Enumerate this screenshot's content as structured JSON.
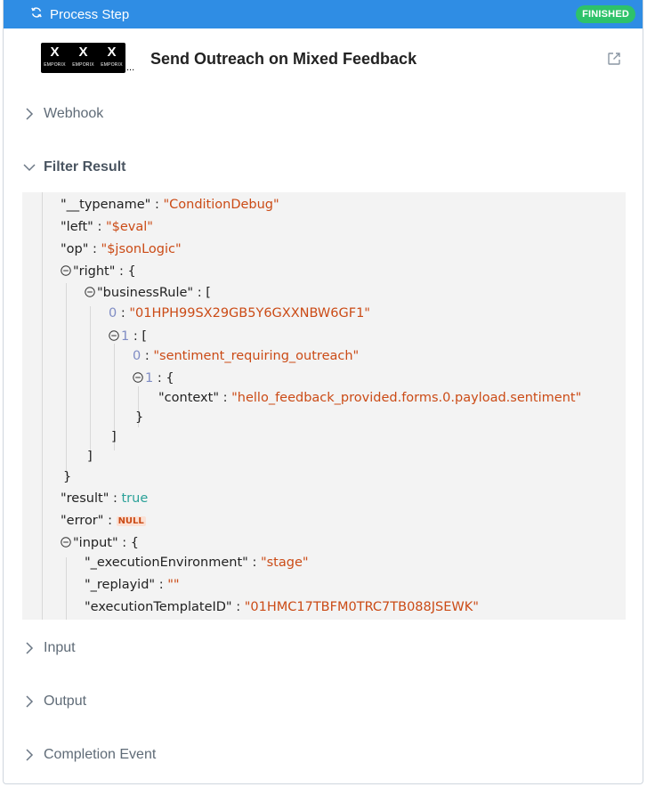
{
  "topbar": {
    "title": "Process Step",
    "status": "FINISHED"
  },
  "header": {
    "logo": {
      "letters": [
        "X",
        "X",
        "X"
      ],
      "word": "EMPORIX",
      "ellipsis": "..."
    },
    "title": "Send Outreach on Mixed Feedback"
  },
  "sections": {
    "webhook": "Webhook",
    "filter_result": "Filter Result",
    "input": "Input",
    "output": "Output",
    "completion_event": "Completion Event"
  },
  "json": {
    "typename_key": "\"__typename\"",
    "typename_val": "\"ConditionDebug\"",
    "left_key": "\"left\"",
    "left_val": "\"$eval\"",
    "op_key": "\"op\"",
    "op_val": "\"$jsonLogic\"",
    "right_key": "\"right\"",
    "business_rule_key": "\"businessRule\"",
    "br_0_idx": "0",
    "br_0_val": "\"01HPH99SX29GB5Y6GXXNBW6GF1\"",
    "br_1_idx": "1",
    "br_1_0_idx": "0",
    "br_1_0_val": "\"sentiment_requiring_outreach\"",
    "br_1_1_idx": "1",
    "context_key": "\"context\"",
    "context_val": "\"hello_feedback_provided.forms.0.payload.sentiment\"",
    "result_key": "\"result\"",
    "result_val": "true",
    "error_key": "\"error\"",
    "error_val": "NULL",
    "input_key": "\"input\"",
    "exec_env_key": "\"_executionEnvironment\"",
    "exec_env_val": "\"stage\"",
    "replay_key": "\"_replayid\"",
    "replay_val": "\"\"",
    "exec_tpl_key": "\"executionTemplateID\"",
    "exec_tpl_val": "\"01HMC17TBFM0TRC7TB088JSEWK\"",
    "colon": ":",
    "open_brace": "{",
    "close_brace": "}",
    "open_bracket": "[",
    "close_bracket": "]"
  },
  "colors": {
    "topbar": "#2f8de4",
    "badge": "#2ec26a",
    "string": "#cb4b16",
    "boolean": "#2aa198",
    "index": "#7f8cc4"
  }
}
